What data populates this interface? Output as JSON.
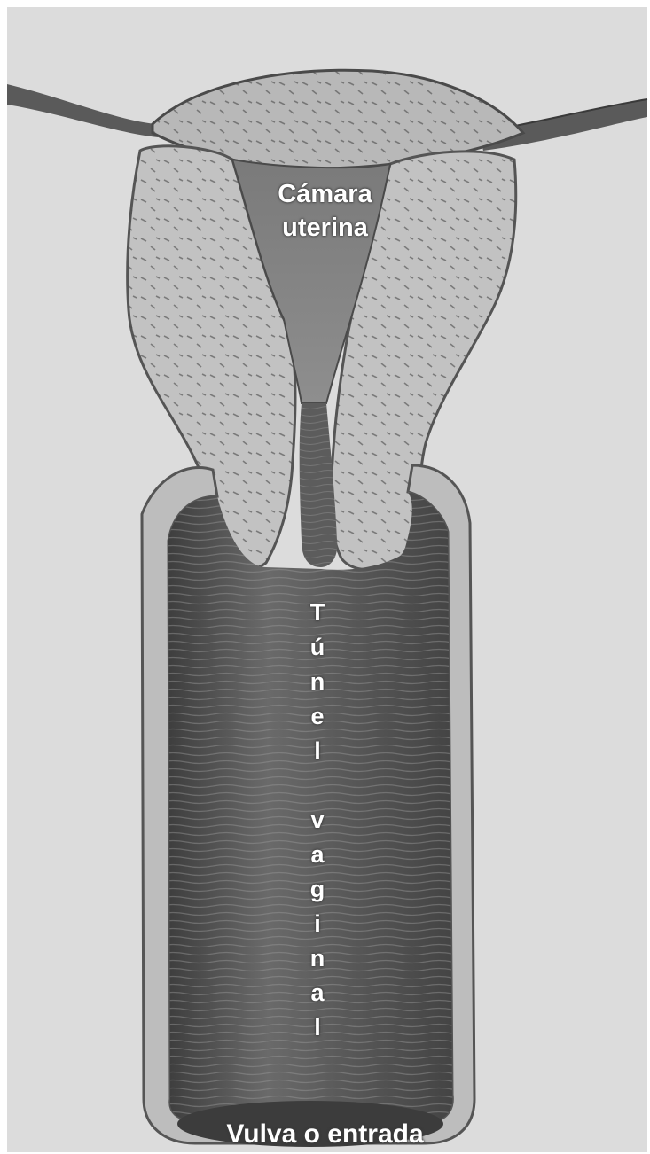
{
  "labels": {
    "uterine_chamber_line1": "Cámara",
    "uterine_chamber_line2": "uterina",
    "vaginal_tunnel_letters": [
      "T",
      "ú",
      "n",
      "e",
      "l",
      "",
      "v",
      "a",
      "g",
      "i",
      "n",
      "a",
      "l"
    ],
    "vulva": "Vulva o entrada"
  },
  "colors": {
    "background_paper": "#dcdcdc",
    "tissue_light": "#c4c4c4",
    "tissue_dark": "#6e6e6e",
    "cavity": "#808080",
    "canal_dark": "#4a4a4a",
    "label_text": "#ffffff"
  }
}
